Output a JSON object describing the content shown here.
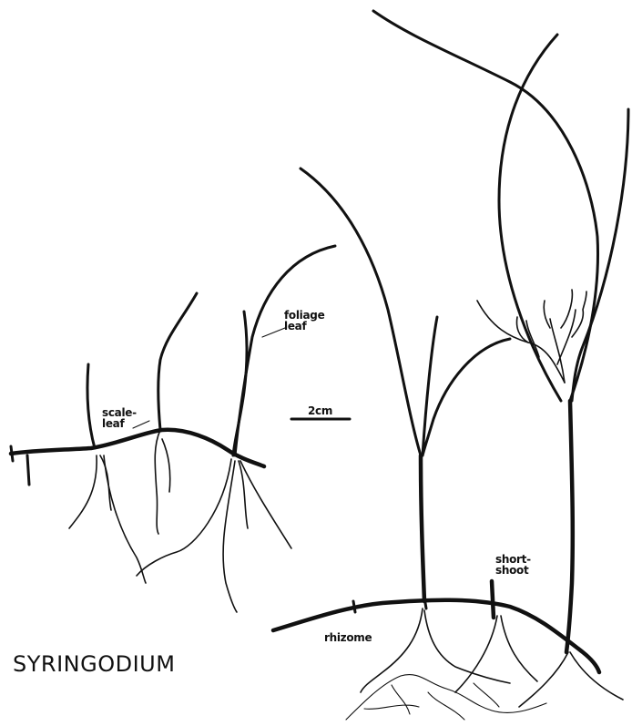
{
  "figure": {
    "title": "SYRINGODIUM",
    "labels": {
      "foliage_leaf": "foliage\nleaf",
      "scale_leaf": "scale-\nleaf",
      "scale_bar": "2cm",
      "short_shoot": "short-\nshoot",
      "rhizome": "rhizome"
    },
    "ink_color": "#111111",
    "background_color": "#ffffff"
  }
}
